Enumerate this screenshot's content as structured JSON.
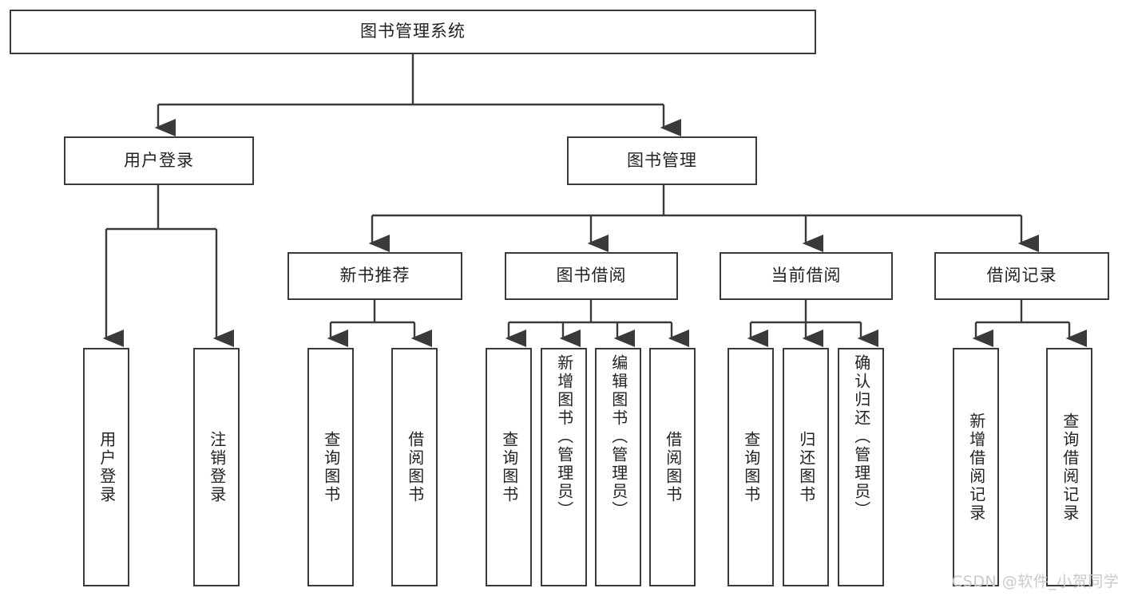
{
  "diagram": {
    "title_node": {
      "label": "图书管理系统"
    },
    "level2": [
      {
        "id": "user-login",
        "label": "用户登录"
      },
      {
        "id": "book-management",
        "label": "图书管理"
      }
    ],
    "level3": [
      {
        "id": "new-book-recommend",
        "label": "新书推荐"
      },
      {
        "id": "book-borrow",
        "label": "图书借阅"
      },
      {
        "id": "current-borrow",
        "label": "当前借阅"
      },
      {
        "id": "borrow-record",
        "label": "借阅记录"
      }
    ],
    "leaves": {
      "user_login": [
        {
          "id": "leaf-user-login",
          "label": "用户登录"
        },
        {
          "id": "leaf-logout-login",
          "label": "注销登录"
        }
      ],
      "new_book_recommend": [
        {
          "id": "leaf-query-book-1",
          "label": "查询图书"
        },
        {
          "id": "leaf-borrow-book-1",
          "label": "借阅图书"
        }
      ],
      "book_borrow": [
        {
          "id": "leaf-query-book-2",
          "label": "查询图书"
        },
        {
          "id": "leaf-add-book",
          "label": "新增图书（管理员）"
        },
        {
          "id": "leaf-edit-book",
          "label": "编辑图书（管理员）"
        },
        {
          "id": "leaf-borrow-book-2",
          "label": "借阅图书"
        }
      ],
      "current_borrow": [
        {
          "id": "leaf-query-book-3",
          "label": "查询图书"
        },
        {
          "id": "leaf-return-book",
          "label": "归还图书"
        },
        {
          "id": "leaf-confirm-return",
          "label": "确认归还（管理员）"
        }
      ],
      "borrow_record": [
        {
          "id": "leaf-add-borrow-record",
          "label": "新增借阅记录"
        },
        {
          "id": "leaf-query-borrow-record",
          "label": "查询借阅记录"
        }
      ]
    }
  },
  "watermark": {
    "text": "CSDN @软件_小贺同学"
  },
  "colors": {
    "stroke": "#3a3a3a",
    "text": "#222222",
    "background": "#ffffff",
    "watermark": "#c9c9c9"
  }
}
